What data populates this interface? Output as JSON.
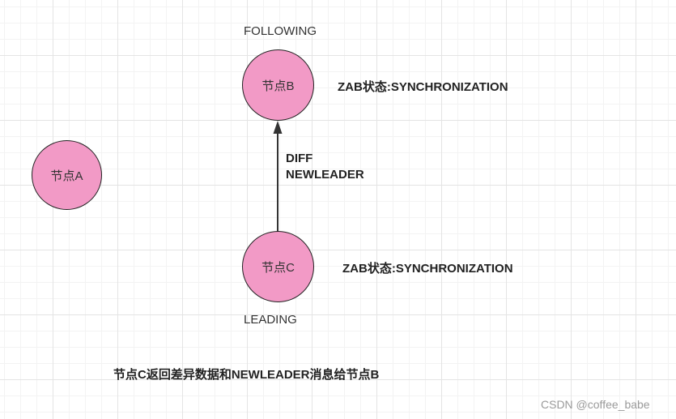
{
  "colors": {
    "node_fill": "#f29ac6",
    "node_stroke": "#222222",
    "edge": "#333333"
  },
  "diagram": {
    "nodes": {
      "a": {
        "label": "节点A"
      },
      "b": {
        "label": "节点B",
        "role": "FOLLOWING",
        "state": "ZAB状态:SYNCHRONIZATION"
      },
      "c": {
        "label": "节点C",
        "role": "LEADING",
        "state": "ZAB状态:SYNCHRONIZATION"
      }
    },
    "edge": {
      "from": "节点C",
      "to": "节点B",
      "messages": [
        "DIFF",
        "NEWLEADER"
      ]
    },
    "caption": "节点C返回差异数据和NEWLEADER消息给节点B"
  },
  "watermark": "CSDN @coffee_babe"
}
